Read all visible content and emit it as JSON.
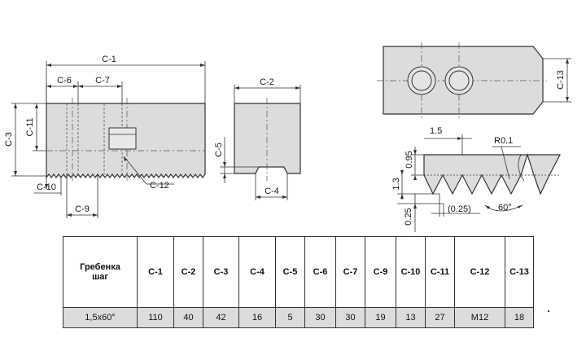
{
  "drawing": {
    "dimension_labels": {
      "c1": "C-1",
      "c2": "C-2",
      "c3": "C-3",
      "c4": "C-4",
      "c5": "C-5",
      "c6": "C-6",
      "c7": "C-7",
      "c9": "C-9",
      "c10": "C-10",
      "c11": "C-11",
      "c12": "C-12",
      "c13": "C-13"
    },
    "tooth_profile": {
      "pitch": "1.5",
      "radius": "R0.1",
      "height_top": "0.95",
      "height_total": "1.3",
      "height_bottom": "0.25",
      "flat": "(0.25)",
      "angle": "60°"
    }
  },
  "table": {
    "header_label": [
      "Гребенка",
      "шаг"
    ],
    "columns": [
      "C-1",
      "C-2",
      "C-3",
      "C-4",
      "C-5",
      "C-6",
      "C-7",
      "C-9",
      "C-10",
      "C-11",
      "C-12",
      "C-13"
    ],
    "row": [
      "1,5x60°",
      "110",
      "40",
      "42",
      "16",
      "5",
      "30",
      "30",
      "19",
      "13",
      "27",
      "M12",
      "18"
    ]
  }
}
